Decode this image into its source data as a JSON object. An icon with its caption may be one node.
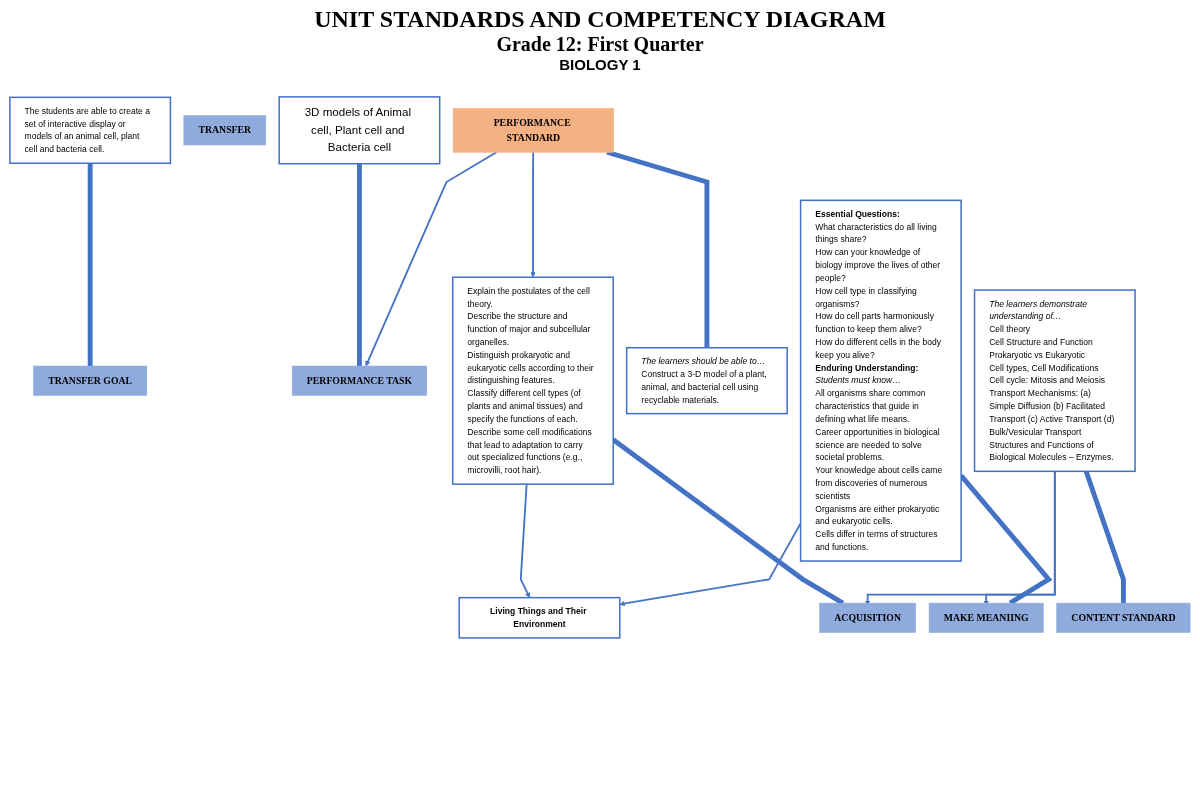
{
  "diagram": {
    "title": "UNIT STANDARDS AND COMPETENCY DIAGRAM",
    "nodes": [
      {
        "text": [
          "The students are able to create a set of interactive display or models of an animal cell, plant cell and bacteria cell."
        ]
      },
      {
        "text": [
          "TRANSFER GOAL"
        ]
      },
      {
        "text": [
          "TRANSFER"
        ]
      },
      {
        "text": [
          "PERFORMANCE STANDARD"
        ]
      },
      {
        "text": [
          "3D models of Animal cell, Plant cell and Bacteria cell"
        ]
      },
      {
        "text": [
          "PERFORMANCE TASK"
        ]
      },
      {
        "text": [
          "Explain the postulates of the cell theory.",
          "Describe the structure and function of major and subcellular organelles.",
          "Distinguish prokaryotic and eukaryotic cells according to their distinguishing features.",
          "Classify different cell types (of plants and animal tissues) and specify the functions of each.",
          "Describe some cell modifications that lead to adaptation to carry out specialized functions (e.g., microvilli, root hair)."
        ]
      },
      {
        "text": [
          "The learners should be able to…",
          "Construct a 3-D model of a plant, animal, and bacterial cell using recyclable materials."
        ]
      },
      {
        "text": [
          "Living Things and Their Environment"
        ]
      },
      {
        "text": [
          "Essential Questions:",
          "What characteristics do all living things share?",
          "How can your knowledge of biology improve the lives of other people?",
          "How cell type in classifying organisms?",
          "How do cell parts harmoniously function to keep them alive?",
          "How do different cells in the body keep you alive?",
          "Enduring Understanding:",
          "Students must know…",
          "All organisms share common characteristics that guide in defining what life means.",
          "Career opportunities in biological science are needed to solve societal problems.",
          "Your knowledge about cells came from discoveries of numerous scientists",
          "Organisms are either prokaryotic and eukaryotic cells.",
          "Cells differ in terms of structures and functions."
        ]
      },
      {
        "text": [
          "The learners demonstrate understanding of…",
          "Cell theory",
          "Cell Structure and Function",
          "Prokaryotic vs Eukaryotic",
          "Cell types, Cell Modifications",
          "Cell cycle: Mitosis and Meiosis",
          "Transport Mechanisms: (a) Simple Diffusion (b) Facilitated Transport (c) Active Transport (d) Bulk/Vesicular Transport",
          "Structures and Functions of Biological Molecules – Enzymes."
        ]
      },
      {
        "text": [
          "ACQUISITION"
        ]
      },
      {
        "text": [
          "CONTENT STANDARD"
        ]
      },
      {
        "text": [
          "MAKE MEANIING"
        ]
      }
    ],
    "edges": [
      {
        "from": 0,
        "to": 1,
        "arrow": "none",
        "style": "thick"
      },
      {
        "from": 4,
        "to": 5,
        "arrow": "none",
        "style": "thick"
      },
      {
        "from": 3,
        "to": 6,
        "arrow": "to"
      },
      {
        "from": 3,
        "to": 5,
        "arrow": "to"
      },
      {
        "from": 3,
        "to": 7,
        "arrow": "none",
        "style": "thick"
      },
      {
        "from": 6,
        "to": 8,
        "arrow": "to"
      },
      {
        "from": 9,
        "to": 8,
        "arrow": "to"
      },
      {
        "from": 6,
        "to": 11,
        "arrow": "none",
        "style": "thick"
      },
      {
        "from": 10,
        "to": 11,
        "arrow": "to"
      },
      {
        "from": 10,
        "to": 13,
        "arrow": "to"
      },
      {
        "from": 10,
        "to": 12,
        "arrow": "none",
        "style": "thick"
      },
      {
        "from": 9,
        "to": 13,
        "arrow": "none",
        "style": "thick"
      }
    ],
    "labels": [
      "Grade 12: First Quarter",
      "BIOLOGY 1"
    ]
  }
}
